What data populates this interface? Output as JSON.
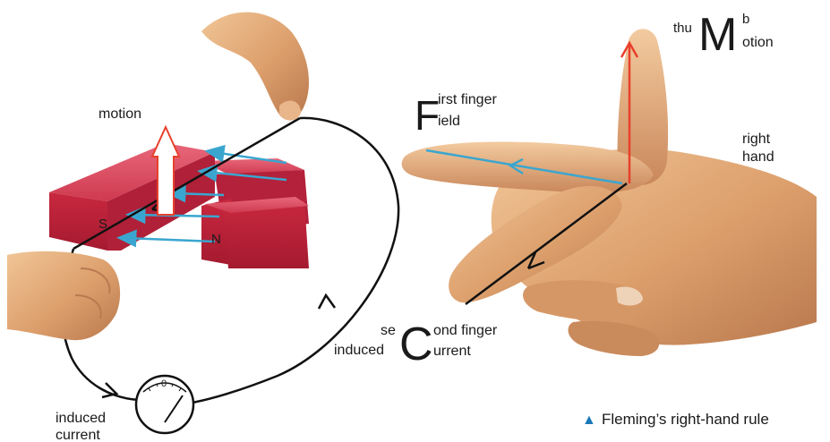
{
  "left_diagram": {
    "motion_label": "motion",
    "pole_s": "S",
    "pole_n": "N",
    "induced_current_label": [
      "induced",
      "current"
    ],
    "meter_zero": "0"
  },
  "right_diagram": {
    "thumb_small": "thu",
    "thumb_big": "M",
    "thumb_b": "b",
    "thumb_motion": "otion",
    "first_big": "F",
    "first_finger": "irst finger",
    "first_field": "ield",
    "hand_label": [
      "right",
      "hand"
    ],
    "second_se": "se",
    "second_induced": "induced",
    "second_big": "C",
    "second_ond": "ond finger",
    "second_current": "urrent"
  },
  "caption": {
    "marker": "▲",
    "text": "Fleming’s right-hand rule"
  },
  "colors": {
    "magnet": "#cf2d45",
    "field_arrow": "#3aa6cf",
    "motion_arrow": "#e8402c",
    "skin": "#e0a070"
  }
}
